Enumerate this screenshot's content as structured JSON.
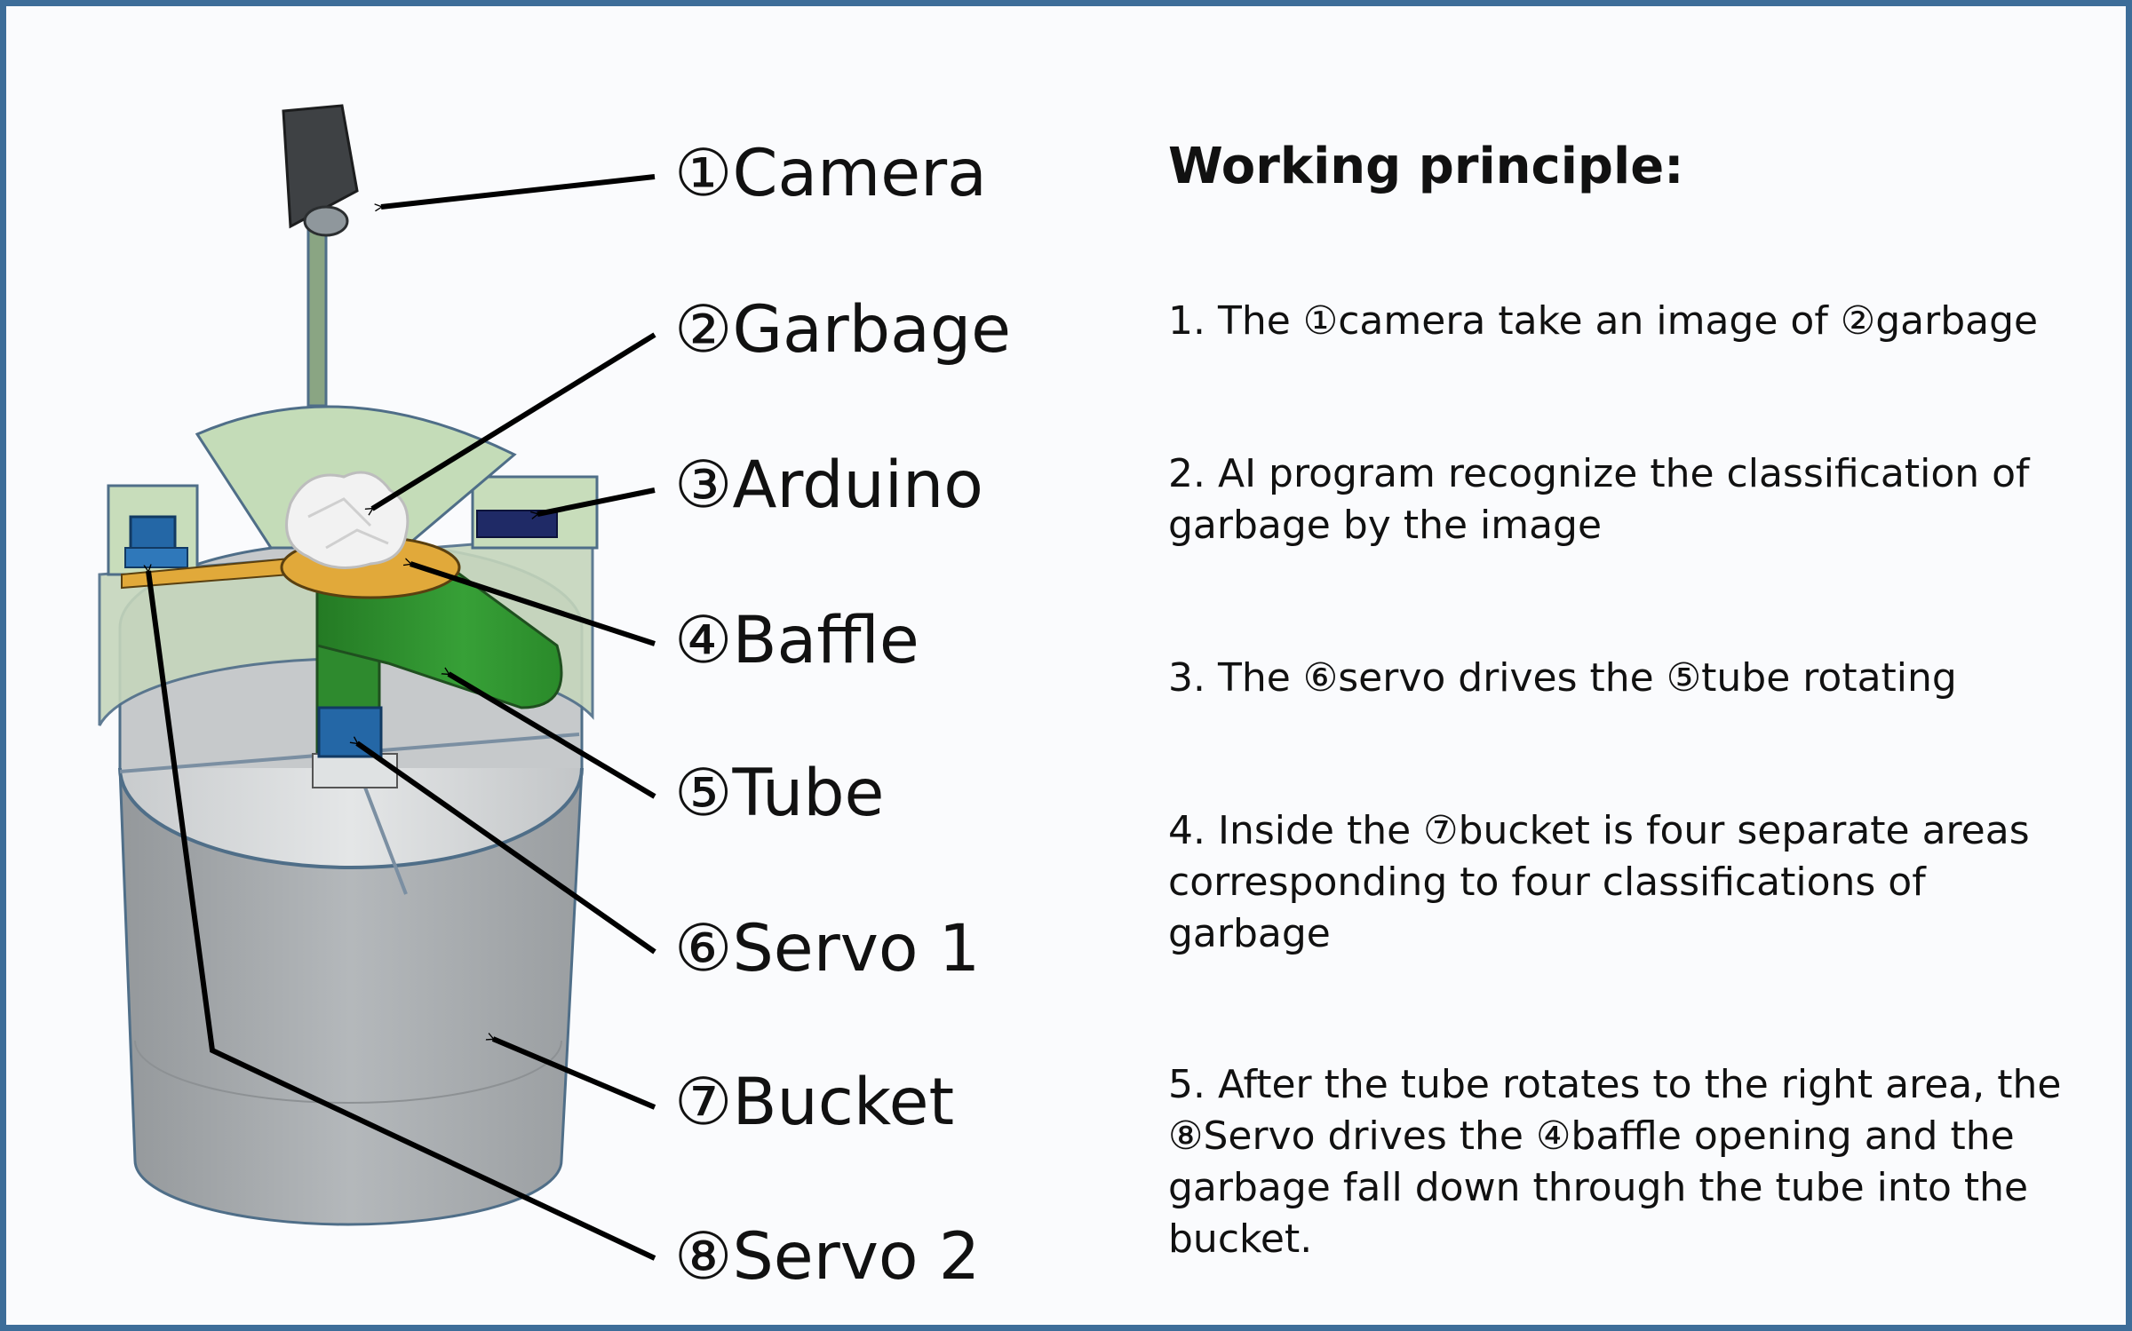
{
  "labels": [
    {
      "text": "①Camera"
    },
    {
      "text": "②Garbage"
    },
    {
      "text": "③Arduino"
    },
    {
      "text": "④Baffle"
    },
    {
      "text": "⑤Tube"
    },
    {
      "text": "⑥Servo 1"
    },
    {
      "text": "⑦Bucket"
    },
    {
      "text": "⑧Servo 2"
    }
  ],
  "principle": {
    "title": "Working principle:",
    "steps": [
      "1.  The ①camera take an image of ②garbage",
      "2.  AI program recognize the classification of garbage by the image",
      "3. The ⑥servo drives the ⑤tube rotating",
      "4. Inside the ⑦bucket is four separate areas corresponding to four classifications of garbage",
      "5.  After the tube rotates to the right area, the ⑧Servo drives the ④baffle opening and the garbage fall down through the tube into the bucket."
    ]
  },
  "colors": {
    "border": "#3d6d99",
    "bucket": "#a4a8ab",
    "funnel": "#c4dcb8",
    "baffle": "#e1a93a",
    "tube": "#2e8a2e",
    "servo": "#2467a6",
    "camera": "#3e4144"
  }
}
